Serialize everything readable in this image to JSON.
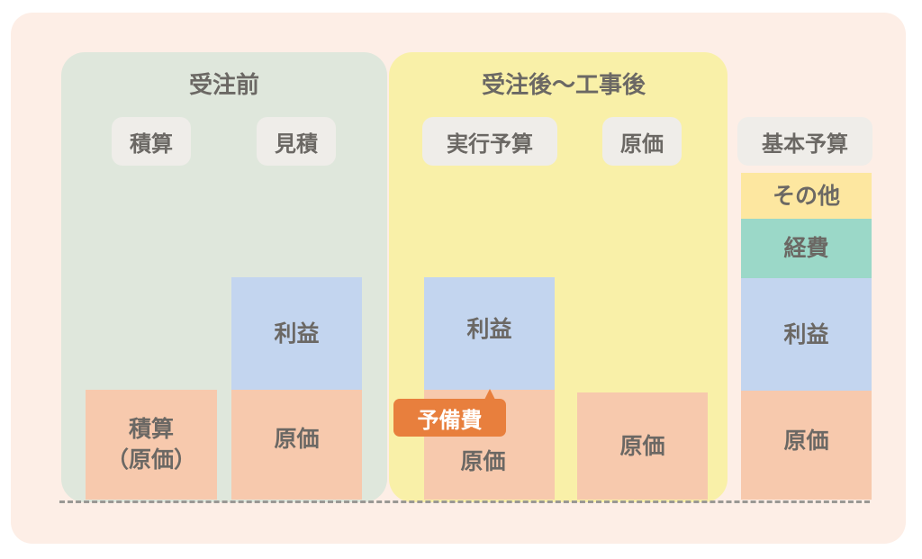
{
  "colors": {
    "outer_bg": "#fdeee6",
    "section_pre_bg": "#dfe7dc",
    "section_post_bg": "#f9f0a8",
    "chip_bg": "#efede9",
    "cost_block": "#f7c9ad",
    "profit_block": "#c3d5ef",
    "expense_block": "#9bd8c8",
    "other_block": "#fde7a0",
    "callout": "#e87f3d",
    "text": "#6b6864"
  },
  "sections": {
    "pre_order": {
      "title": "受注前",
      "columns": [
        {
          "label": "積算",
          "blocks": [
            {
              "type": "cost",
              "label": "積算\n（原価）"
            }
          ]
        },
        {
          "label": "見積",
          "blocks": [
            {
              "type": "profit",
              "label": "利益"
            },
            {
              "type": "cost",
              "label": "原価"
            }
          ]
        }
      ]
    },
    "post_order": {
      "title": "受注後〜工事後",
      "columns": [
        {
          "label": "実行予算",
          "blocks": [
            {
              "type": "profit",
              "label": "利益"
            },
            {
              "type": "cost",
              "label": "原価"
            }
          ],
          "callout": "予備費"
        },
        {
          "label": "原価",
          "blocks": [
            {
              "type": "cost",
              "label": "原価"
            }
          ]
        }
      ]
    },
    "basic_budget": {
      "label": "基本予算",
      "blocks": [
        {
          "type": "other",
          "label": "その他"
        },
        {
          "type": "expense",
          "label": "経費"
        },
        {
          "type": "profit",
          "label": "利益"
        },
        {
          "type": "cost",
          "label": "原価"
        }
      ]
    }
  }
}
